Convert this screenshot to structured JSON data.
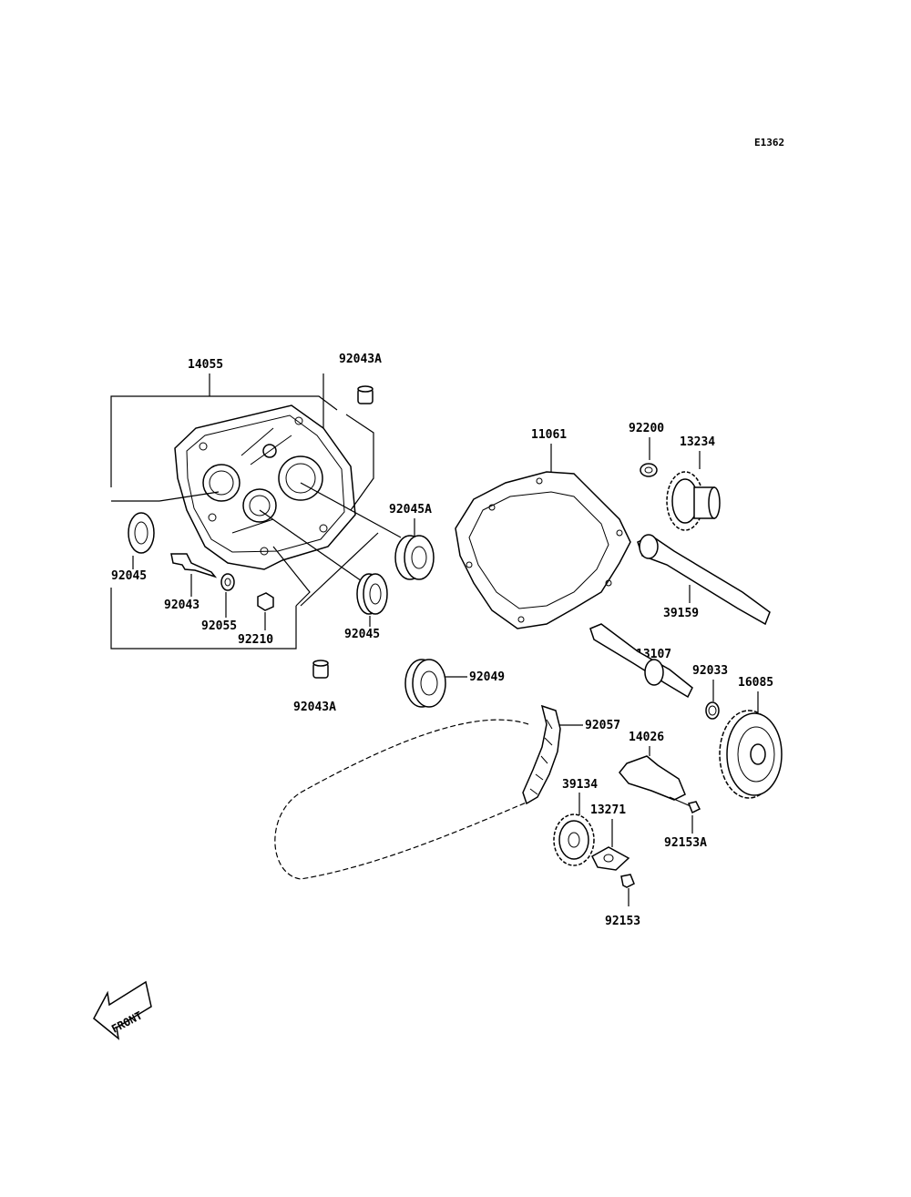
{
  "diagram": {
    "code": "E1362",
    "front_label": "FRONT",
    "parts": [
      {
        "id": "14055",
        "label": "14055"
      },
      {
        "id": "92043A-top",
        "label": "92043A"
      },
      {
        "id": "92043A-bottom",
        "label": "92043A"
      },
      {
        "id": "92045-left",
        "label": "92045"
      },
      {
        "id": "92045-mid",
        "label": "92045"
      },
      {
        "id": "92045A",
        "label": "92045A"
      },
      {
        "id": "92043",
        "label": "92043"
      },
      {
        "id": "92055",
        "label": "92055"
      },
      {
        "id": "92210",
        "label": "92210"
      },
      {
        "id": "11061",
        "label": "11061"
      },
      {
        "id": "92200",
        "label": "92200"
      },
      {
        "id": "13234",
        "label": "13234"
      },
      {
        "id": "39159",
        "label": "39159"
      },
      {
        "id": "13107",
        "label": "13107"
      },
      {
        "id": "92033",
        "label": "92033"
      },
      {
        "id": "16085",
        "label": "16085"
      },
      {
        "id": "92049",
        "label": "92049"
      },
      {
        "id": "92057",
        "label": "92057"
      },
      {
        "id": "14026",
        "label": "14026"
      },
      {
        "id": "39134",
        "label": "39134"
      },
      {
        "id": "13271",
        "label": "13271"
      },
      {
        "id": "92153A",
        "label": "92153A"
      },
      {
        "id": "92153",
        "label": "92153"
      }
    ]
  }
}
